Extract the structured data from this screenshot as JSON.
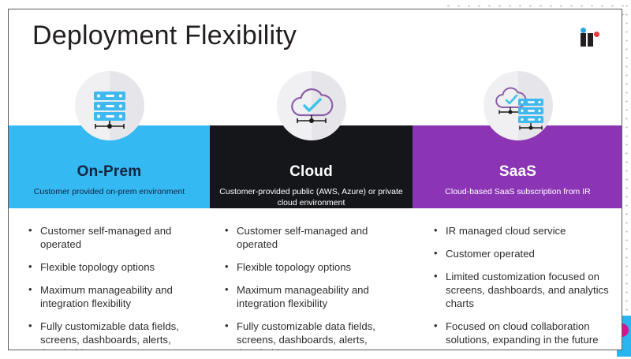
{
  "slide": {
    "title": "Deployment Flexibility",
    "logo": {
      "name": "IR",
      "dot_blue": "#29a8e0",
      "dot_red": "#e8393c",
      "bar_color": "#231f20"
    }
  },
  "decor": {
    "dot_grid_color": "#c9c9cf",
    "accent_block_color": "#29b6f0",
    "accent_dot_color": "#d3158f"
  },
  "columns": [
    {
      "id": "on-prem",
      "title": "On-Prem",
      "subtitle": "Customer provided on-prem environment",
      "band_color": "#34b9f3",
      "text_color": "#10243f",
      "icon": "server-rack-icon",
      "bullets": [
        "Customer self-managed and operated",
        "Flexible topology options",
        "Maximum manageability and integration flexibility",
        "Fully customizable data fields, screens, dashboards, alerts, thresholds"
      ]
    },
    {
      "id": "cloud",
      "title": "Cloud",
      "subtitle": "Customer-provided public (AWS, Azure) or private cloud environment",
      "band_color": "#15161a",
      "text_color": "#ffffff",
      "icon": "cloud-check-icon",
      "bullets": [
        "Customer self-managed and operated",
        "Flexible topology options",
        "Maximum manageability and integration flexibility",
        "Fully customizable data fields, screens, dashboards, alerts, thresholds"
      ]
    },
    {
      "id": "saas",
      "title": "SaaS",
      "subtitle": "Cloud-based SaaS subscription from IR",
      "band_color": "#8b35b5",
      "text_color": "#ffffff",
      "icon": "cloud-server-icon",
      "bullets": [
        "IR managed cloud service",
        "Customer operated",
        "Limited customization focused on screens, dashboards, and analytics charts",
        "Focused on cloud collaboration solutions, expanding in the future"
      ]
    }
  ]
}
